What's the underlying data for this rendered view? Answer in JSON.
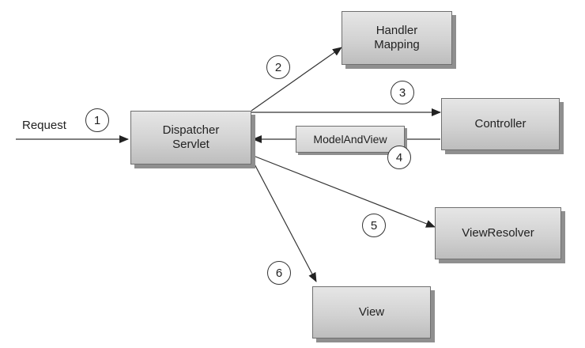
{
  "request": {
    "label": "Request"
  },
  "components": {
    "dispatcher": {
      "line1": "Dispatcher",
      "line2": "Servlet"
    },
    "handler_mapping": {
      "line1": "Handler",
      "line2": "Mapping"
    },
    "controller": {
      "label": "Controller"
    },
    "model_and_view": {
      "label": "ModelAndView"
    },
    "view_resolver": {
      "label": "ViewResolver"
    },
    "view": {
      "label": "View"
    }
  },
  "steps": [
    "1",
    "2",
    "3",
    "4",
    "5",
    "6"
  ]
}
